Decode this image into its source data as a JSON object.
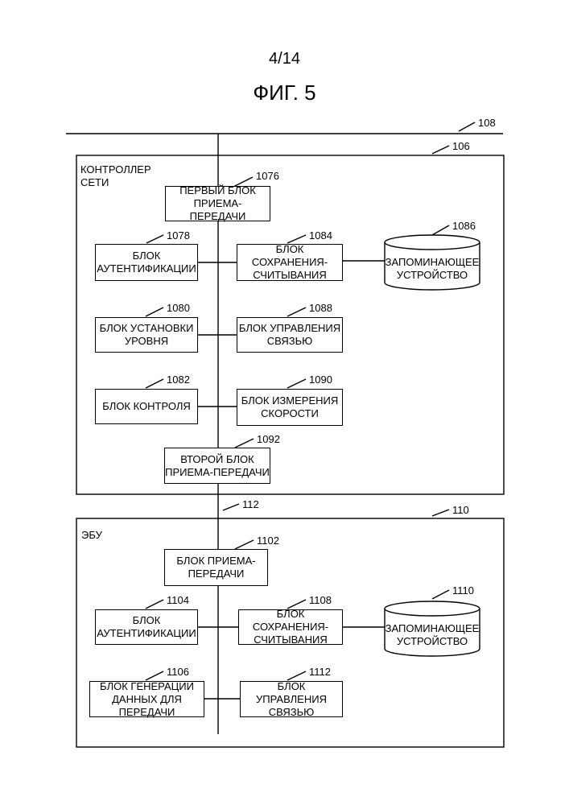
{
  "page_number": "4/14",
  "figure_title": "ФИГ. 5",
  "refs": {
    "bus": "108",
    "controller": "106",
    "link": "112",
    "ecu": "110",
    "tx1": "1076",
    "auth1": "1078",
    "rw1": "1084",
    "storage1": "1086",
    "level": "1080",
    "comm1": "1088",
    "monitor": "1082",
    "speed": "1090",
    "tx2": "1092",
    "ecu_tx": "1102",
    "auth2": "1104",
    "rw2": "1108",
    "storage2": "1110",
    "datagen": "1106",
    "comm2": "1112"
  },
  "controller": {
    "label": "КОНТРОЛЛЕР\nСЕТИ",
    "tx1": "ПЕРВЫЙ БЛОК\nПРИЕМА-ПЕРЕДАЧИ",
    "auth": "БЛОК\nАУТЕНТИФИКАЦИИ",
    "rw": "БЛОК СОХРАНЕНИЯ-\nСЧИТЫВАНИЯ",
    "storage": "ЗАПОМИНАЮЩЕЕ\nУСТРОЙСТВО",
    "level": "БЛОК УСТАНОВКИ\nУРОВНЯ",
    "comm": "БЛОК УПРАВЛЕНИЯ\nСВЯЗЬЮ",
    "monitor": "БЛОК КОНТРОЛЯ",
    "speed": "БЛОК ИЗМЕРЕНИЯ\nСКОРОСТИ",
    "tx2": "ВТОРОЙ БЛОК\nПРИЕМА-ПЕРЕДАЧИ"
  },
  "ecu": {
    "label": "ЭБУ",
    "tx": "БЛОК ПРИЕМА-\nПЕРЕДАЧИ",
    "auth": "БЛОК\nАУТЕНТИФИКАЦИИ",
    "rw": "БЛОК СОХРАНЕНИЯ-\nСЧИТЫВАНИЯ",
    "storage": "ЗАПОМИНАЮЩЕЕ\nУСТРОЙСТВО",
    "datagen": "БЛОК ГЕНЕРАЦИИ\nДАННЫХ ДЛЯ ПЕРЕДАЧИ",
    "comm": "БЛОК УПРАВЛЕНИЯ\nСВЯЗЬЮ"
  }
}
